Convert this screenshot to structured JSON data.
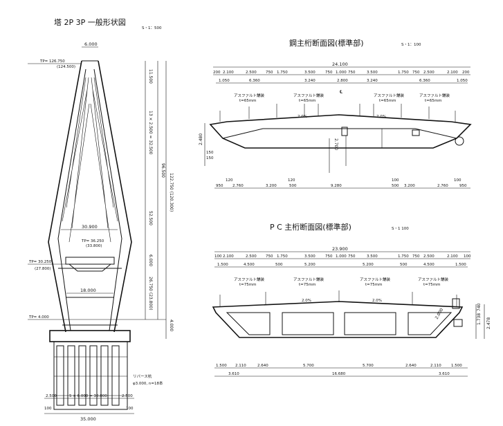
{
  "titles": {
    "tower": "塔 2P 3P 一般形状図",
    "tower_scale": "S・1：500",
    "steel": "鋼主桁断面図(標準部)",
    "steel_scale": "S・1：100",
    "pc": "P C 主桁断面図(標準部)",
    "pc_scale": "S・1 100"
  },
  "tower": {
    "top_width": "6.000",
    "tp_top": "TP= 126.750",
    "tp_top_paren": "(124.500)",
    "mid_width": "30.900",
    "tp_mid": "TP= 36.250",
    "tp_mid_paren": "(33.800)",
    "tp_beam": "TP= 30.250",
    "tp_beam_paren": "(27.800)",
    "beam_width": "18.000",
    "tp_base": "TP= 4.000",
    "pile_note_1": "リバース杭",
    "pile_note_2": "φ3.000, n=18本",
    "bottom_dims": [
      "2.500",
      "5 × 6.000 = 30.000",
      "2.500"
    ],
    "bottom_small": [
      "100",
      "100"
    ],
    "total_width": "35.000",
    "v_dims": [
      "11.500",
      "13 × 2.500 = 32.500",
      "96.500",
      "52.500",
      "6.000",
      "26.750 (23.800)",
      "122.750 (120.300)",
      "4.000"
    ]
  },
  "steel": {
    "total": "24.100",
    "top_dims": [
      "200",
      "2.100",
      "2.500",
      "750",
      "1.750",
      "3.500",
      "750",
      "1.000",
      "750",
      "3.500",
      "1.750",
      "750",
      "2.500",
      "2.100",
      "200"
    ],
    "second_dims": [
      "1.050",
      "6.360",
      "3.240",
      "2.800",
      "3.240",
      "6.360",
      "1.050"
    ],
    "asphalt": "アスファルト舗装",
    "asphalt_t": "t=65mm",
    "slope": "2.0%",
    "centerline": "℄",
    "height": "2.700",
    "left_dims": [
      "2.480",
      "150",
      "150"
    ],
    "bot_small": [
      "120",
      "120",
      "100",
      "100"
    ],
    "bottom_dims": [
      "950",
      "2.760",
      "3.200",
      "500",
      "9.280",
      "500",
      "3.200",
      "2.760",
      "950"
    ]
  },
  "pc": {
    "total": "23.900",
    "top_dims": [
      "100",
      "2.100",
      "2.500",
      "750",
      "1.750",
      "3.500",
      "750",
      "1.000",
      "750",
      "3.500",
      "1.750",
      "750",
      "2.500",
      "2.100",
      "100"
    ],
    "second_dims": [
      "1.500",
      "4.500",
      "500",
      "5.200",
      "5.200",
      "500",
      "4.500",
      "1.500"
    ],
    "asphalt": "アスファルト舗装",
    "asphalt_t": "t=75mm",
    "slope": "2.0%",
    "right_dims": [
      "1.738",
      "740",
      "2.478"
    ],
    "web_dim": "2.000",
    "bottom_dims": [
      "1.500",
      "2.110",
      "2.640",
      "5.700",
      "5.700",
      "2.640",
      "2.110",
      "1.500"
    ],
    "bottom2": [
      "3.610",
      "16.680",
      "3.610"
    ]
  }
}
